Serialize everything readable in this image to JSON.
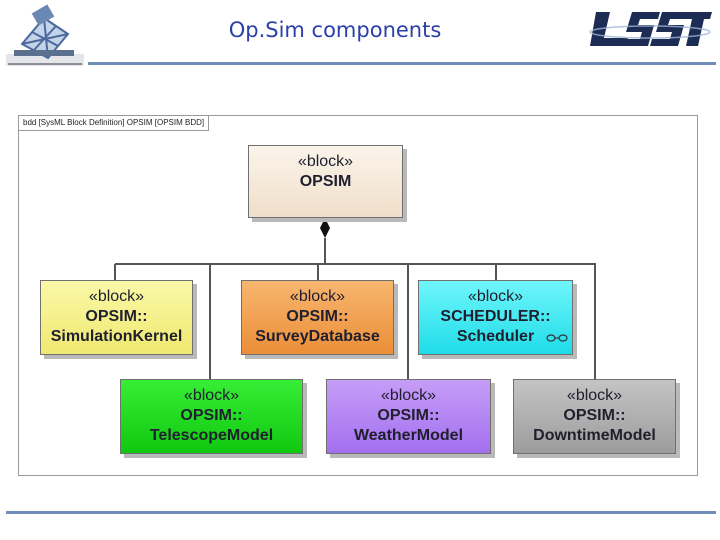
{
  "slide": {
    "title": "Op.Sim components"
  },
  "diagram": {
    "frame_label": "bdd [SysML Block Definition] OPSIM [OPSIM BDD]",
    "blocks": {
      "opsim": {
        "stereotype": "«block»",
        "name": "OPSIM"
      },
      "kernel": {
        "stereotype": "«block»",
        "qualifier": "OPSIM::",
        "name": "SimulationKernel"
      },
      "survey": {
        "stereotype": "«block»",
        "qualifier": "OPSIM::",
        "name": "SurveyDatabase"
      },
      "scheduler": {
        "stereotype": "«block»",
        "qualifier": "SCHEDULER::",
        "name": "Scheduler"
      },
      "telescope": {
        "stereotype": "«block»",
        "qualifier": "OPSIM::",
        "name": "TelescopeModel"
      },
      "weather": {
        "stereotype": "«block»",
        "qualifier": "OPSIM::",
        "name": "WeatherModel"
      },
      "downtime": {
        "stereotype": "«block»",
        "qualifier": "OPSIM::",
        "name": "DowntimeModel"
      }
    },
    "colors": {
      "opsim": "#f5ead9",
      "kernel": "#f7f28a",
      "survey": "#f2a253",
      "scheduler": "#3fe9f1",
      "telescope": "#22dc22",
      "weather": "#b487f3",
      "downtime": "#b0b0b0",
      "title": "#2a3fa8",
      "rule": "#6f8fb8"
    },
    "relationship": "composition"
  },
  "logos": {
    "left": "telescope-logo",
    "right": "lsst-logo"
  }
}
